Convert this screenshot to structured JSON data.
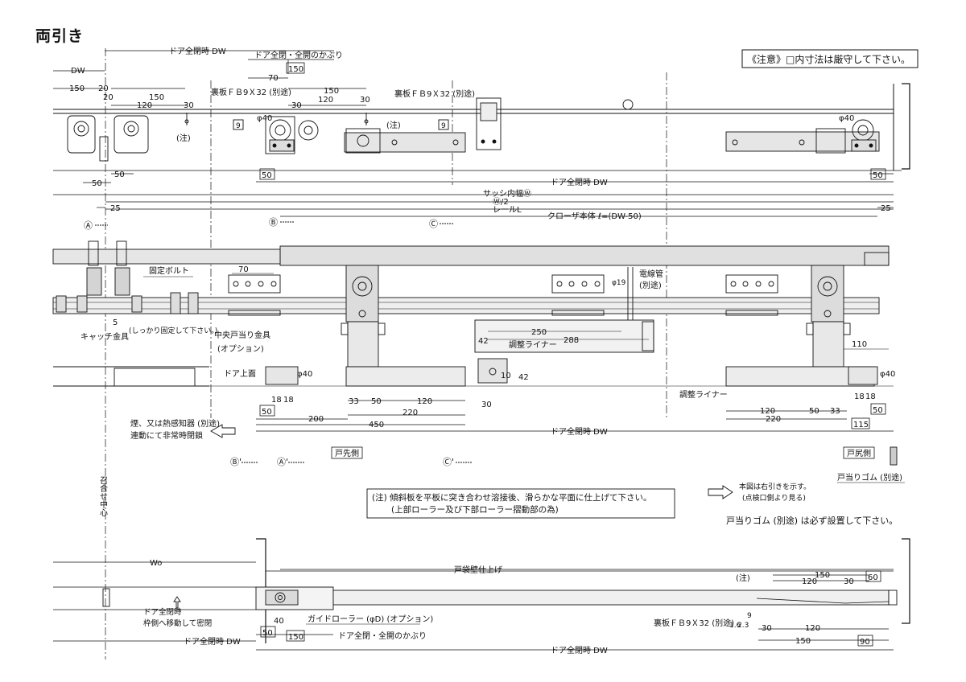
{
  "title": "両引き",
  "notice": "《注意》□内寸法は厳守して下さい。",
  "notes": {
    "main_line1": "(注) 傾斜板を平板に突き合わせ溶接後、滑らかな平面に仕上げて下さい。",
    "main_line2": "(上部ローラー及び下部ローラー摺動部の為)",
    "right_hand_line1": "本図は右引きを示す。",
    "right_hand_line2": "(点検口側より見る)",
    "stopper_required": "戸当りゴム (別途) は必ず設置して下さい。",
    "fire_line1": "煙、又は熱感知器 (別途)",
    "fire_line2": "連動にて非常時閉鎖",
    "close_line1": "ドア全閉時",
    "close_line2": "枠側へ移動して密閉",
    "chuou_line1": "中央戸当り金具",
    "chuou_line2": "(オプション)",
    "shikkari": "(しっかり固定して下さい。)",
    "center_label": "召合せ中心"
  },
  "labels": {
    "door_closed_dw": "ドア全閉時 DW",
    "overlap": "ドア全閉・全開のかぶり",
    "dw": "DW",
    "backing_plate": "裏板ＦＢ9Ｘ32 (別途)",
    "note_mark": "(注)",
    "sash_width": "サッシ内幅Ⓦ",
    "half_w": "Ⓦ/2",
    "rail_l": "レールL",
    "closer_body": "クローザ本体 ℓ=(DW-50)",
    "fixing_bolt": "固定ボルト",
    "catch": "キャッチ金具",
    "conduit": "電線管",
    "conduit_note": "(別途)",
    "adjust_liner": "調整ライナー",
    "door_top": "ドア上面",
    "door_tip_side": "戸先側",
    "door_tail_side": "戸尻側",
    "stopper_rubber": "戸当りゴム (別途)",
    "pocket_wall": "戸袋壁仕上げ",
    "guide_roller": "ガイドローラー (φD) (オプション)",
    "wo": "Wo",
    "phi40": "φ40",
    "phi19": "φ19"
  },
  "section_marks": [
    "Ⓐ",
    "Ⓑ",
    "Ⓒ",
    "Ⓑ'",
    "Ⓐ'",
    "Ⓒ'"
  ],
  "dimensions": {
    "d150": "150",
    "d20": "20",
    "d120": "120",
    "d30": "30",
    "d70": "70",
    "d50": "50",
    "d60": "60",
    "d90": "90",
    "d25": "25",
    "d5": "5",
    "d18": "18",
    "d200": "200",
    "d450": "450",
    "d220": "220",
    "d33": "33",
    "d250": "250",
    "d288": "288",
    "d42": "42",
    "d10": "10",
    "d110": "110",
    "d115": "115",
    "d40": "40",
    "d9": "9",
    "d1_6": "1.6",
    "d2_3": "2.3"
  }
}
